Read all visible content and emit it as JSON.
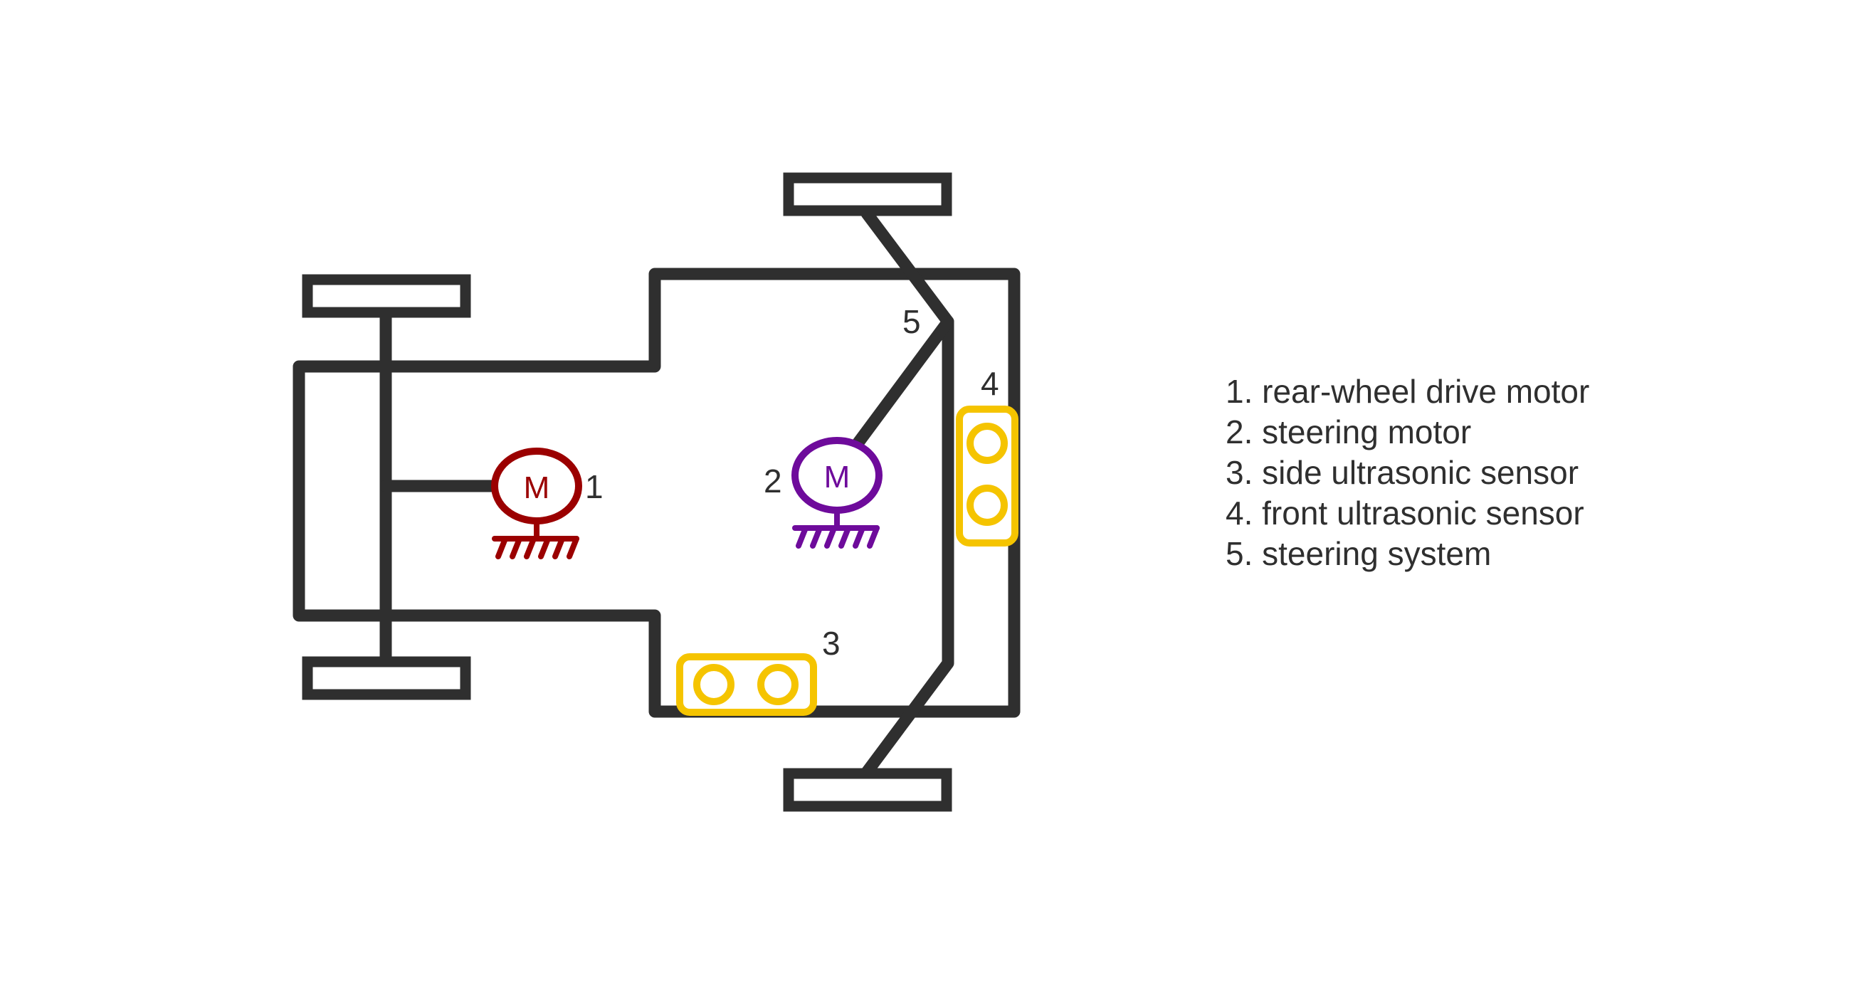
{
  "colors": {
    "frame": "#2f2f2f",
    "drive_motor": "#9b0000",
    "steering_motor": "#6e0b9b",
    "sensors": "#f5c400"
  },
  "motors": {
    "drive_motor_symbol": "M",
    "steering_motor_symbol": "M"
  },
  "callouts": {
    "n1": "1",
    "n2": "2",
    "n3": "3",
    "n4": "4",
    "n5": "5"
  },
  "legend": {
    "items": [
      "1. rear-wheel drive motor",
      "2. steering motor",
      "3. side ultrasonic sensor",
      "4. front ultrasonic sensor",
      "5. steering system"
    ]
  }
}
